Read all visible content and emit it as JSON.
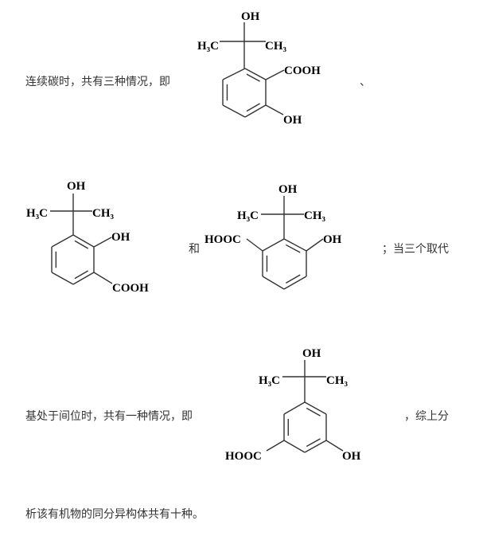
{
  "text": {
    "line1": "连续碳时，共有三种情况，即",
    "comma1": "、",
    "and": "和",
    "line2_end": "；当三个取代",
    "line3": "基处于间位时，共有一种情况，即",
    "line3_end": "，综上分",
    "line4": "析该有机物的同分异构体共有十种。"
  },
  "structures": [
    {
      "oh_top": "OH",
      "left_methyl": "H₃C",
      "right_methyl": "CH₃",
      "sub_a": "COOH",
      "sub_b": "OH"
    },
    {
      "oh_top": "OH",
      "left_methyl": "H₃C",
      "right_methyl": "CH₃",
      "sub_a": "OH",
      "sub_b": "COOH"
    },
    {
      "oh_top": "OH",
      "left_methyl": "H₃C",
      "right_methyl": "CH₃",
      "sub_a": "HOOC",
      "sub_b": "OH"
    },
    {
      "oh_top": "OH",
      "left_methyl": "H₃C",
      "right_methyl": "CH₃",
      "sub_a": "HOOC",
      "sub_b": "OH"
    }
  ]
}
